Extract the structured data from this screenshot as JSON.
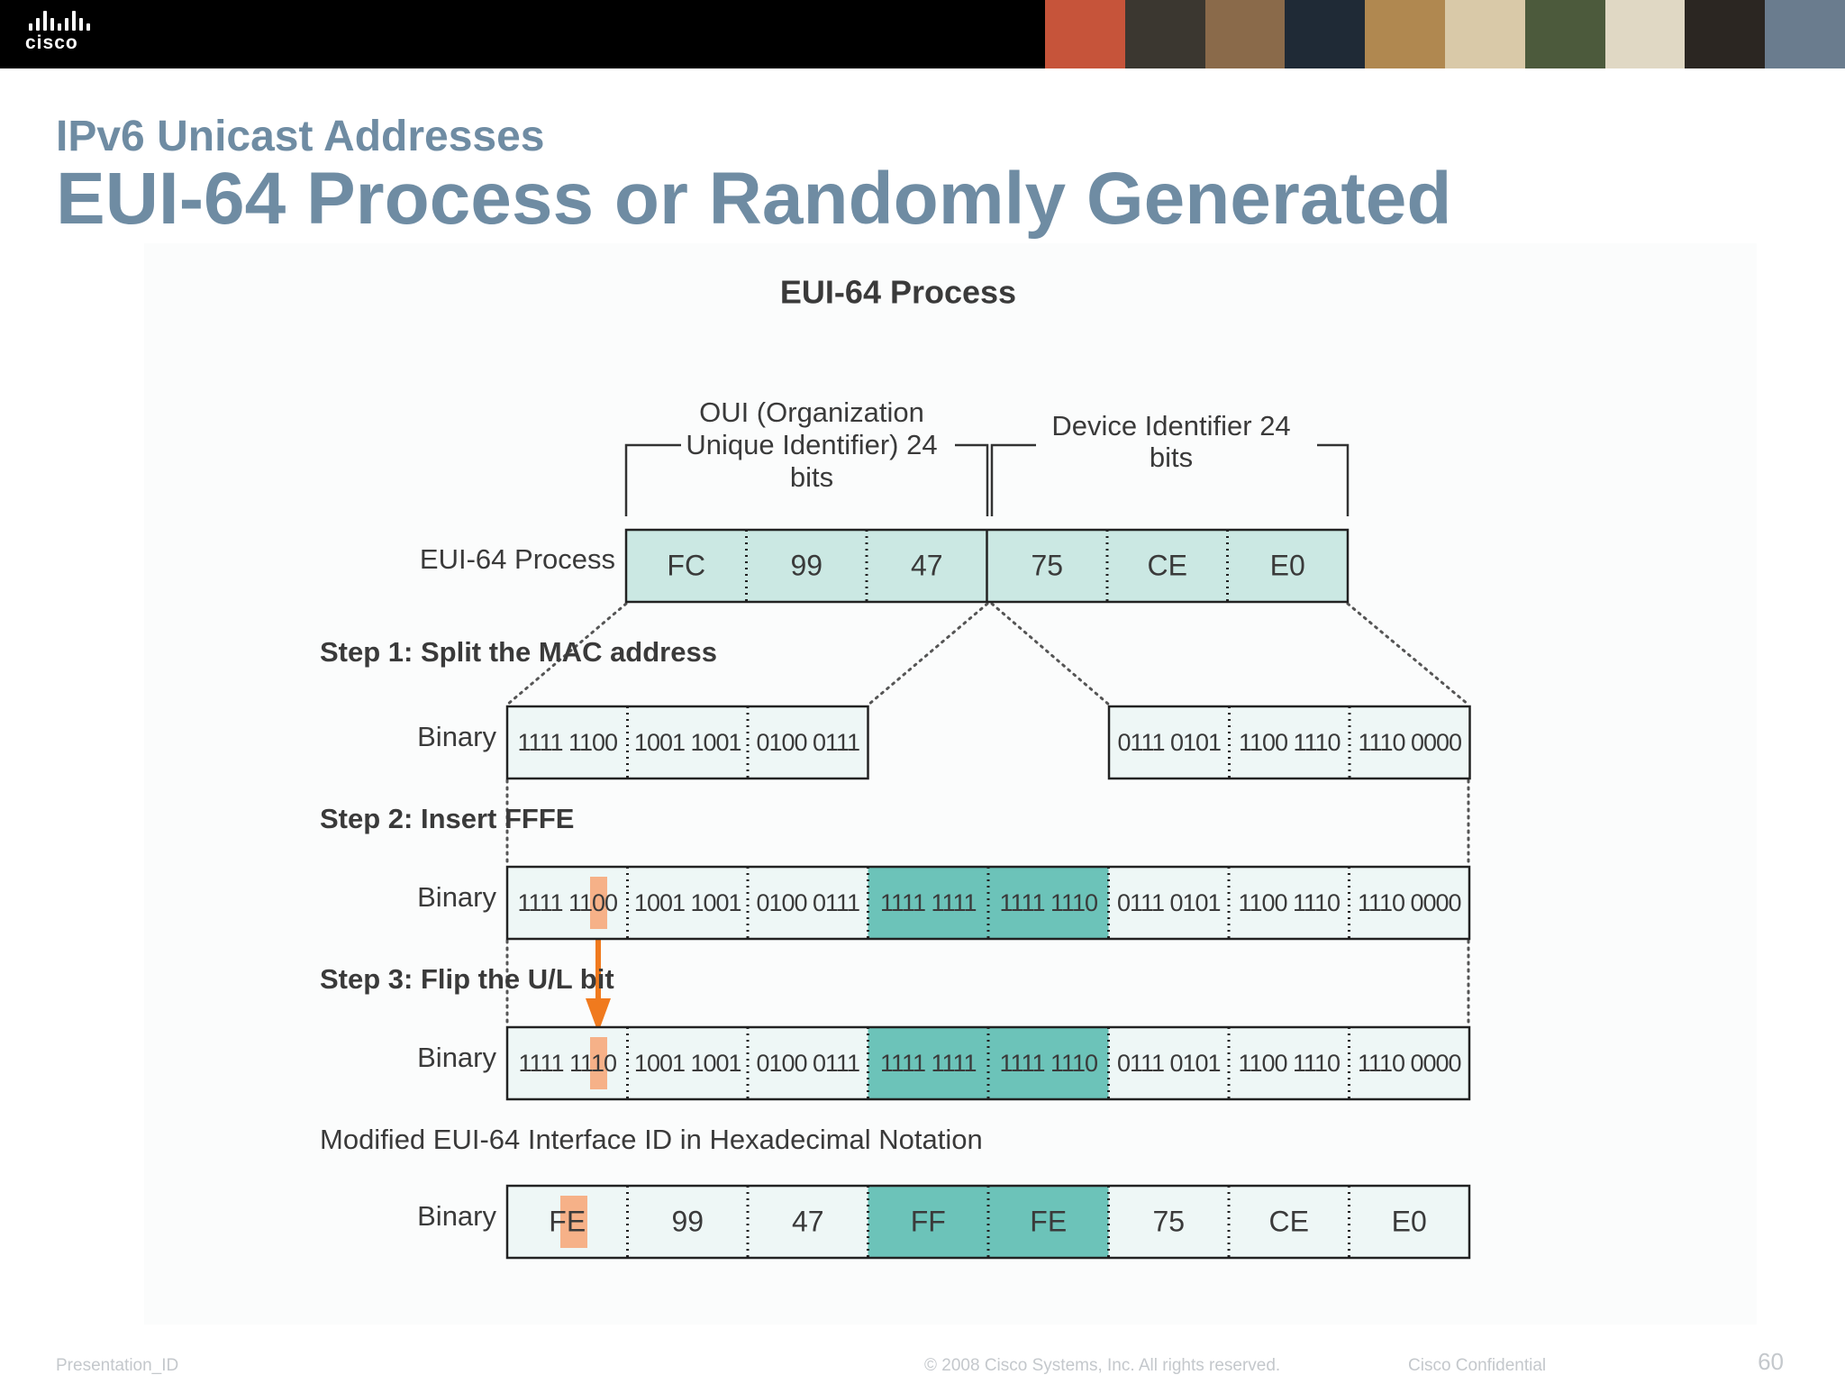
{
  "header": {
    "logo_text": "cisco",
    "photo_colors": [
      "#c6543a",
      "#3b3730",
      "#8a6a4a",
      "#1f2a36",
      "#b08850",
      "#d9c9a8",
      "#4c5a3c",
      "#e0d8c4",
      "#2b2622",
      "#6a7c8e"
    ]
  },
  "slide": {
    "subtitle": "IPv6 Unicast Addresses",
    "title": "EUI-64 Process or Randomly Generated"
  },
  "diagram": {
    "heading": "EUI-64 Process",
    "oui_label": [
      "OUI (Organization",
      "Unique Identifier) 24",
      "bits"
    ],
    "device_label": [
      "Device Identifier 24",
      "bits"
    ],
    "mac_row": {
      "label": "EUI-64 Process",
      "cells": [
        "FC",
        "99",
        "47",
        "75",
        "CE",
        "E0"
      ]
    },
    "step1": {
      "heading": "Step 1: Split the MAC address",
      "label": "Binary",
      "left_cells": [
        "1111 1100",
        "1001 1001",
        "0100 0111"
      ],
      "right_cells": [
        "0111 0101",
        "1100 1110",
        "1110 0000"
      ]
    },
    "step2": {
      "heading": "Step 2: Insert FFFE",
      "label": "Binary",
      "cells": [
        "1111 1100",
        "1001 1001",
        "0100 0111",
        "1111 1111",
        "1111 1110",
        "0111 0101",
        "1100 1110",
        "1110 0000"
      ]
    },
    "step3": {
      "heading": "Step 3: Flip the U/L bit",
      "label": "Binary",
      "cells": [
        "1111 1110",
        "1001 1001",
        "0100 0111",
        "1111 1111",
        "1111 1110",
        "0111 0101",
        "1100 1110",
        "1110 0000"
      ]
    },
    "modified": {
      "heading": "Modified EUI-64 Interface ID in Hexadecimal Notation",
      "label": "Binary",
      "cells": [
        "FE",
        "99",
        "47",
        "FF",
        "FE",
        "75",
        "CE",
        "E0"
      ]
    },
    "colors": {
      "mac_fill": "#cbe8e3",
      "binary_fill": "#eef7f6",
      "fffe_fill": "#6cc3b9",
      "highlight": "#f7a574",
      "arrow": "#f07a1e",
      "text": "#3a3a3a"
    }
  },
  "footer": {
    "presentation_id": "Presentation_ID",
    "copyright": "© 2008 Cisco Systems, Inc. All rights reserved.",
    "confidential": "Cisco Confidential",
    "page_number": "60"
  }
}
